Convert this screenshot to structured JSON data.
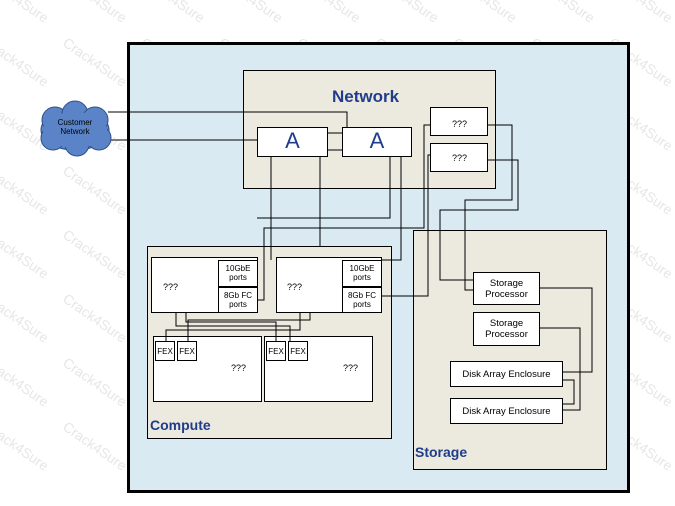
{
  "customer_network": "Customer\nNetwork",
  "network": {
    "title": "Network",
    "switch_a_left": "A",
    "switch_a_right": "A",
    "unknown_top": "???",
    "unknown_bottom": "???"
  },
  "compute": {
    "title": "Compute",
    "server_left": {
      "label": "???",
      "port1": "10GbE\nports",
      "port2": "8Gb FC\nports"
    },
    "server_right": {
      "label": "???",
      "port1": "10GbE\nports",
      "port2": "8Gb FC\nports"
    },
    "chassis_left": {
      "fex1": "FEX",
      "fex2": "FEX",
      "label": "???"
    },
    "chassis_right": {
      "fex1": "FEX",
      "fex2": "FEX",
      "label": "???"
    }
  },
  "storage": {
    "title": "Storage",
    "processor_1": "Storage\nProcessor",
    "processor_2": "Storage\nProcessor",
    "enclosure_1": "Disk Array Enclosure",
    "enclosure_2": "Disk Array Enclosure"
  },
  "watermark": "Crack4Sure",
  "colors": {
    "background": "#d9eaf2",
    "panel": "#ece9df",
    "title": "#1f3d8a",
    "cloud": "#5b84c8"
  }
}
